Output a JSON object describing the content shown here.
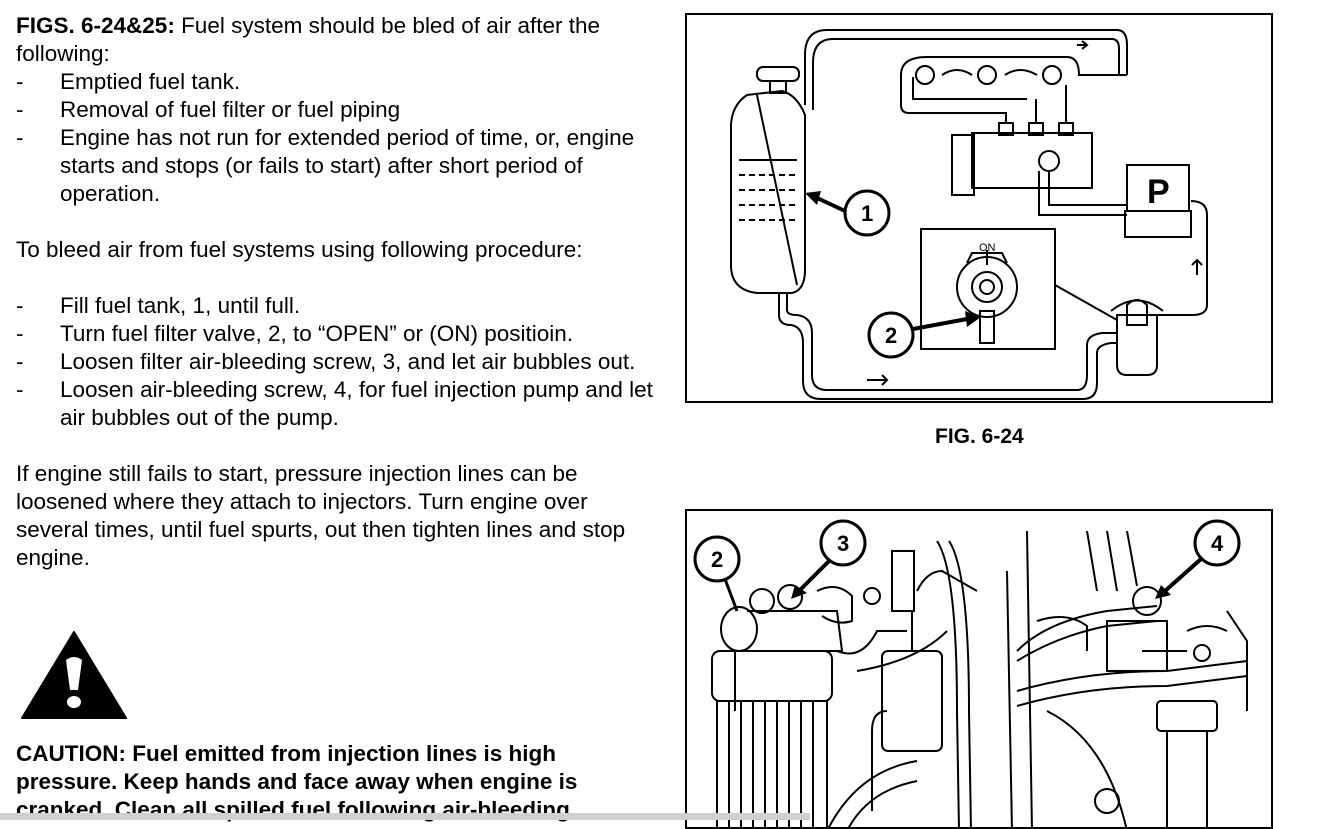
{
  "intro": {
    "fig_ref": "FIGS. 6-24&25:",
    "text": " Fuel system should be bled of air after the following:"
  },
  "conditions": [
    "Emptied fuel tank.",
    "Removal of fuel filter or fuel piping",
    "Engine has not run for extended period of time, or, engine starts and stops (or fails to start) after short period of operation."
  ],
  "procedure_intro": "To bleed air from fuel systems using following procedure:",
  "steps": [
    "Fill fuel tank, 1, until full.",
    "Turn fuel filter valve, 2, to “OPEN” or (ON) positioin.",
    "Loosen filter air-bleeding screw, 3, and let air bubbles out.",
    "Loosen air-bleeding screw, 4, for fuel injection pump and let air bubbles out of the pump."
  ],
  "followup": "If engine still fails to start, pressure injection lines can be loosened where they attach to injectors. Turn engine over several times, until fuel spurts, out then tighten lines and stop engine.",
  "caution": "CAUTION: Fuel emitted from injection lines is high pressure. Keep hands and face away when engine is cranked. Clean all spilled fuel following air-bleeding",
  "fig24": {
    "caption": "FIG. 6-24",
    "pump_label": "P",
    "valve_label": "ON",
    "callouts": [
      "1",
      "2"
    ]
  },
  "fig25": {
    "callouts": [
      "2",
      "3",
      "4"
    ]
  }
}
